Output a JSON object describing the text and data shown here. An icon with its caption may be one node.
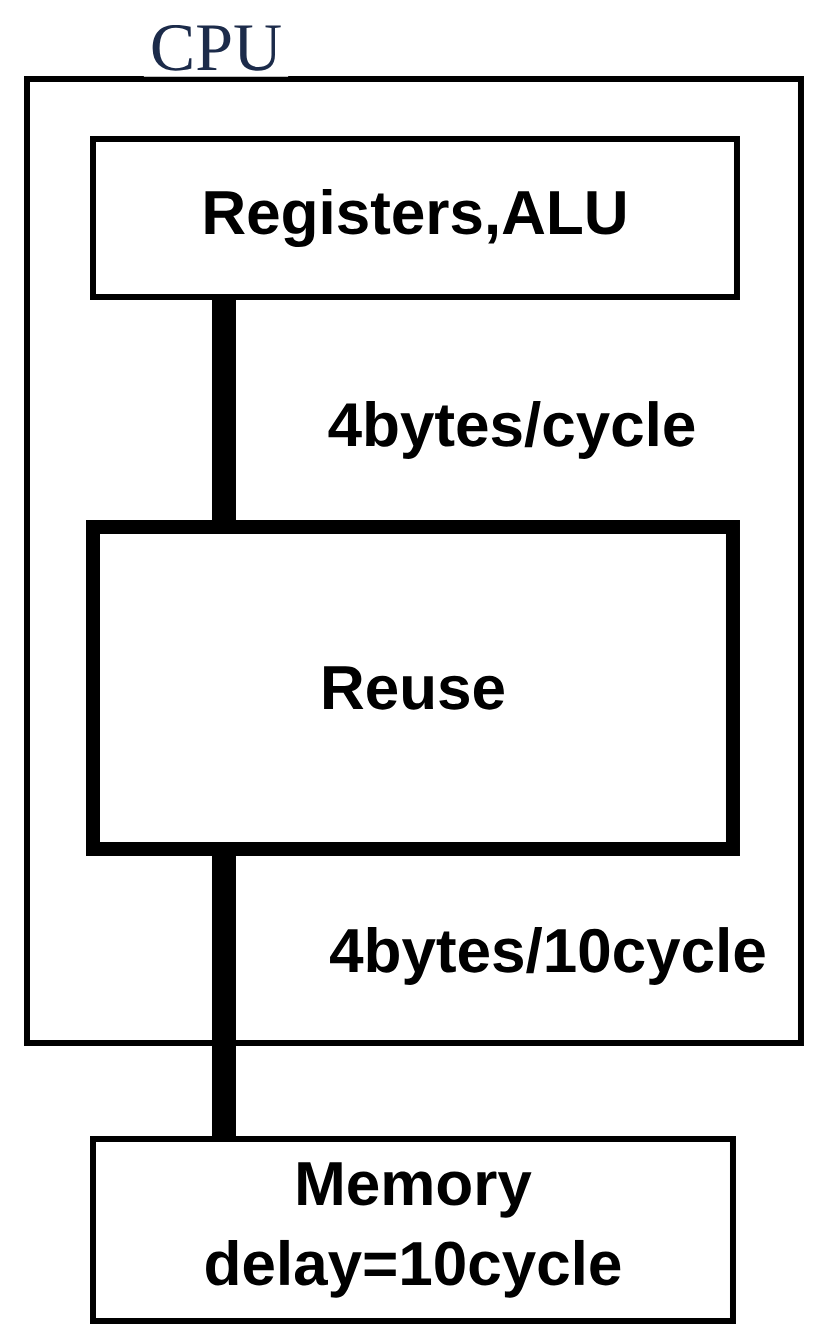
{
  "diagram": {
    "nodes": [
      {
        "text": [
          "CPU"
        ]
      },
      {
        "text": [
          "Registers,ALU"
        ],
        "in": 0
      },
      {
        "text": [
          "Reuse"
        ],
        "in": 0
      },
      {
        "text": [
          "Memory delay=10cycle"
        ]
      }
    ],
    "edges": [
      {
        "from": 1,
        "to": 2,
        "arrow": "none",
        "label": "4bytes/cycle"
      },
      {
        "from": 2,
        "to": 3,
        "arrow": "none",
        "label": "4bytes/10cycle"
      }
    ]
  }
}
